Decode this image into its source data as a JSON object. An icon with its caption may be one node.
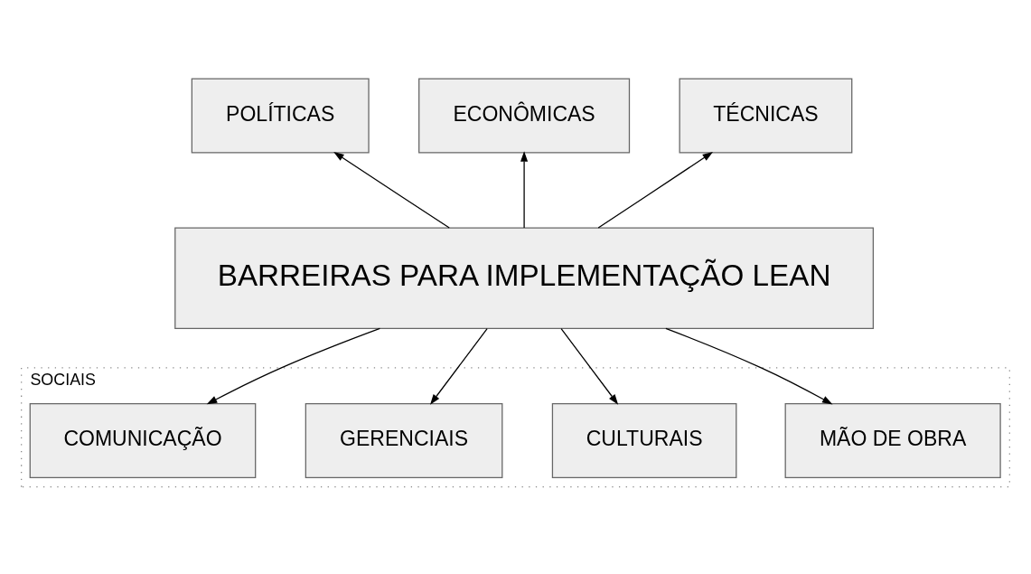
{
  "diagram": {
    "nodes": [
      {
        "text": [
          "POLÍTICAS"
        ]
      },
      {
        "text": [
          "ECONÔMICAS"
        ]
      },
      {
        "text": [
          "TÉCNICAS"
        ]
      },
      {
        "text": [
          "BARREIRAS PARA IMPLEMENTAÇÃO LEAN"
        ]
      },
      {
        "text": [
          "SOCIAIS"
        ]
      },
      {
        "text": [
          "MÃO DE OBRA"
        ],
        "in": 4
      },
      {
        "text": [
          "CULTURAIS"
        ],
        "in": 4
      },
      {
        "text": [
          "GERENCIAIS"
        ],
        "in": 4
      },
      {
        "text": [
          "COMUNICAÇÃO"
        ],
        "in": 4
      }
    ],
    "edges": [
      {
        "from": 3,
        "to": 0,
        "arrow": "to"
      },
      {
        "from": 3,
        "to": 1,
        "arrow": "to"
      },
      {
        "from": 3,
        "to": 2,
        "arrow": "to"
      },
      {
        "from": 3,
        "to": 5,
        "arrow": "to"
      },
      {
        "from": 3,
        "to": 6,
        "arrow": "to"
      },
      {
        "from": 3,
        "to": 7,
        "arrow": "to"
      },
      {
        "from": 3,
        "to": 8,
        "arrow": "to"
      }
    ]
  }
}
